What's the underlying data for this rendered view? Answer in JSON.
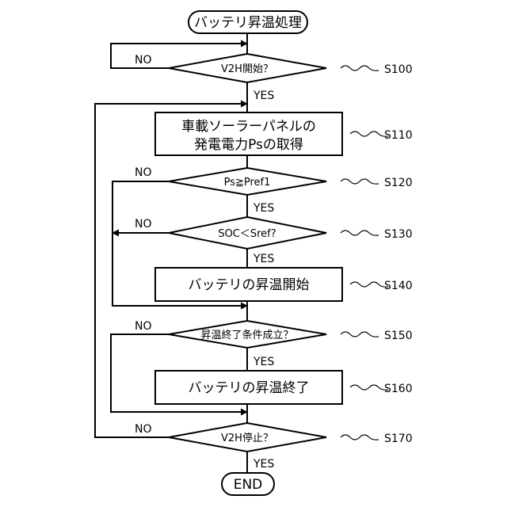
{
  "start": "バッテリ昇温処理",
  "end": "END",
  "yes_label": "YES",
  "no_label": "NO",
  "steps": {
    "s100": {
      "id": "S100",
      "text": "V2H開始？"
    },
    "s110": {
      "id": "S110",
      "line1": "車載ソーラーパネルの",
      "line2": "発電電力Psの取得"
    },
    "s120": {
      "id": "S120",
      "text": "Ps≧Pref1"
    },
    "s130": {
      "id": "S130",
      "text": "SOC＜Sref?"
    },
    "s140": {
      "id": "S140",
      "text": "バッテリの昇温開始"
    },
    "s150": {
      "id": "S150",
      "text": "昇温終了条件成立？"
    },
    "s160": {
      "id": "S160",
      "text": "バッテリの昇温終了"
    },
    "s170": {
      "id": "S170",
      "text": "V2H停止？"
    }
  }
}
